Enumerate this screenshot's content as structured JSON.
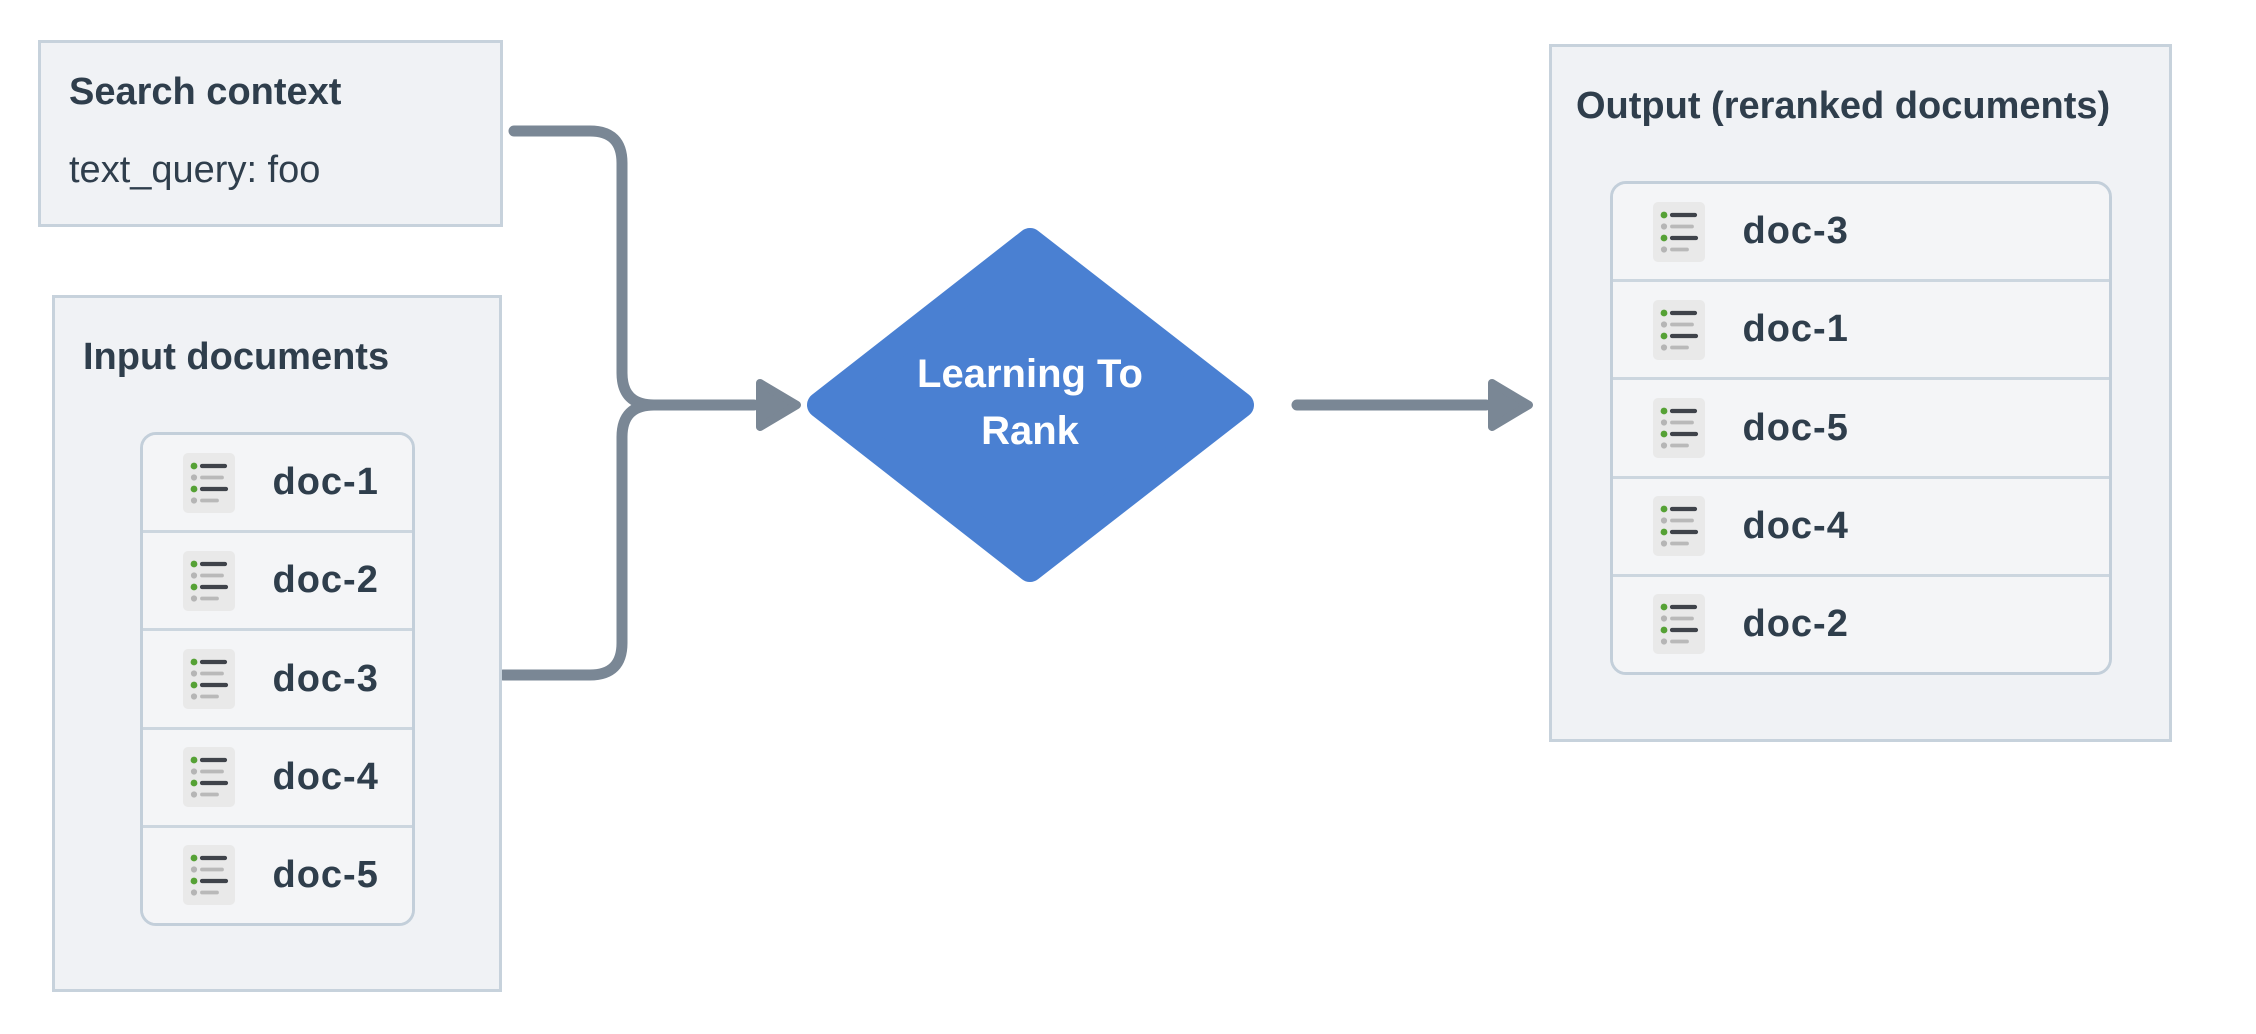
{
  "search_context": {
    "title": "Search context",
    "query": "text_query: foo"
  },
  "input_documents": {
    "title": "Input documents",
    "items": [
      "doc-1",
      "doc-2",
      "doc-3",
      "doc-4",
      "doc-5"
    ]
  },
  "ranker": {
    "lines": [
      "Learning To",
      "Rank"
    ]
  },
  "output_documents": {
    "title": "Output (reranked documents)",
    "items": [
      "doc-3",
      "doc-1",
      "doc-5",
      "doc-4",
      "doc-2"
    ]
  },
  "icons": {
    "doc_icon": "list-icon"
  },
  "colors": {
    "diamond_blue": "#4a80d2",
    "arrow_gray": "#7a8795",
    "panel_fill": "#f0f2f5",
    "panel_border": "#c7d2dc",
    "text_dark": "#2f3e4c",
    "icon_green": "#55a135"
  }
}
